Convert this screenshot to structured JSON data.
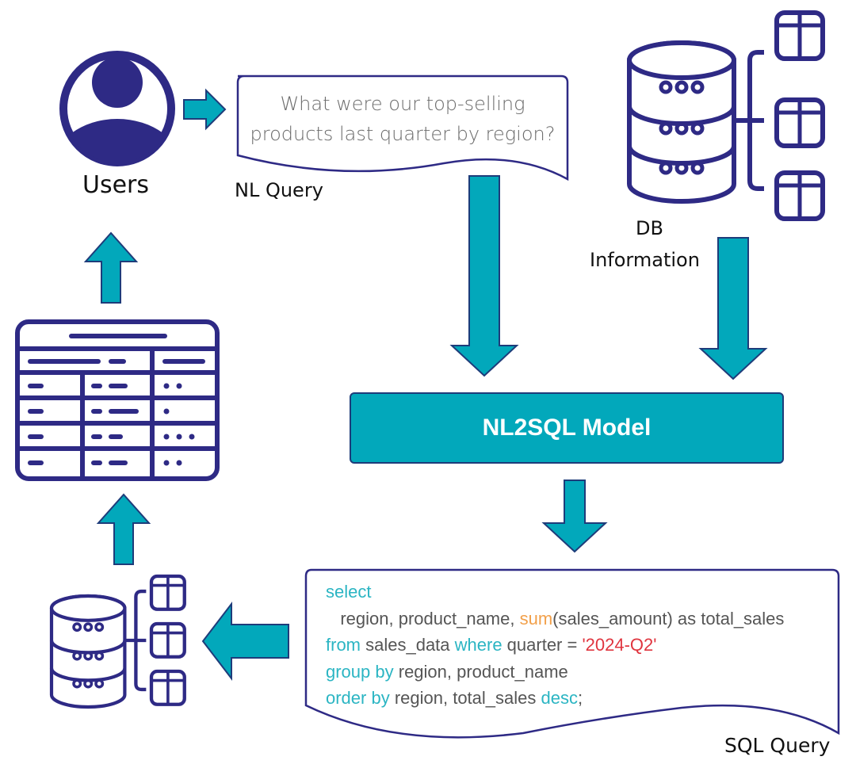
{
  "diagram": {
    "users_label": "Users",
    "nl_query": {
      "text_line1": "What were our top-selling",
      "text_line2": "products last quarter by region?",
      "label": "NL Query"
    },
    "db_info": {
      "label_line1": "DB",
      "label_line2": "Information"
    },
    "model": {
      "label": "NL2SQL Model"
    },
    "sql_query": {
      "label": "SQL Query",
      "lines": [
        [
          {
            "t": "select",
            "c": "kw"
          }
        ],
        [
          {
            "t": "   region, product_name, ",
            "c": ""
          },
          {
            "t": "sum",
            "c": "fn"
          },
          {
            "t": "(sales_amount) as total_sales",
            "c": ""
          }
        ],
        [
          {
            "t": "from",
            "c": "kw"
          },
          {
            "t": " sales_data ",
            "c": ""
          },
          {
            "t": "where",
            "c": "kw"
          },
          {
            "t": " quarter = ",
            "c": ""
          },
          {
            "t": "'2024-Q2'",
            "c": "str"
          }
        ],
        [
          {
            "t": "group by",
            "c": "kw"
          },
          {
            "t": " region, product_name",
            "c": ""
          }
        ],
        [
          {
            "t": "order by",
            "c": "kw"
          },
          {
            "t": " region, total_sales ",
            "c": ""
          },
          {
            "t": "desc",
            "c": "kw"
          },
          {
            "t": ";",
            "c": ""
          }
        ]
      ]
    },
    "colors": {
      "navy": "#2e2a85",
      "teal": "#02a8bb",
      "keyword": "#2bb5c3",
      "function": "#f2a04a",
      "string": "#e0353f"
    }
  }
}
